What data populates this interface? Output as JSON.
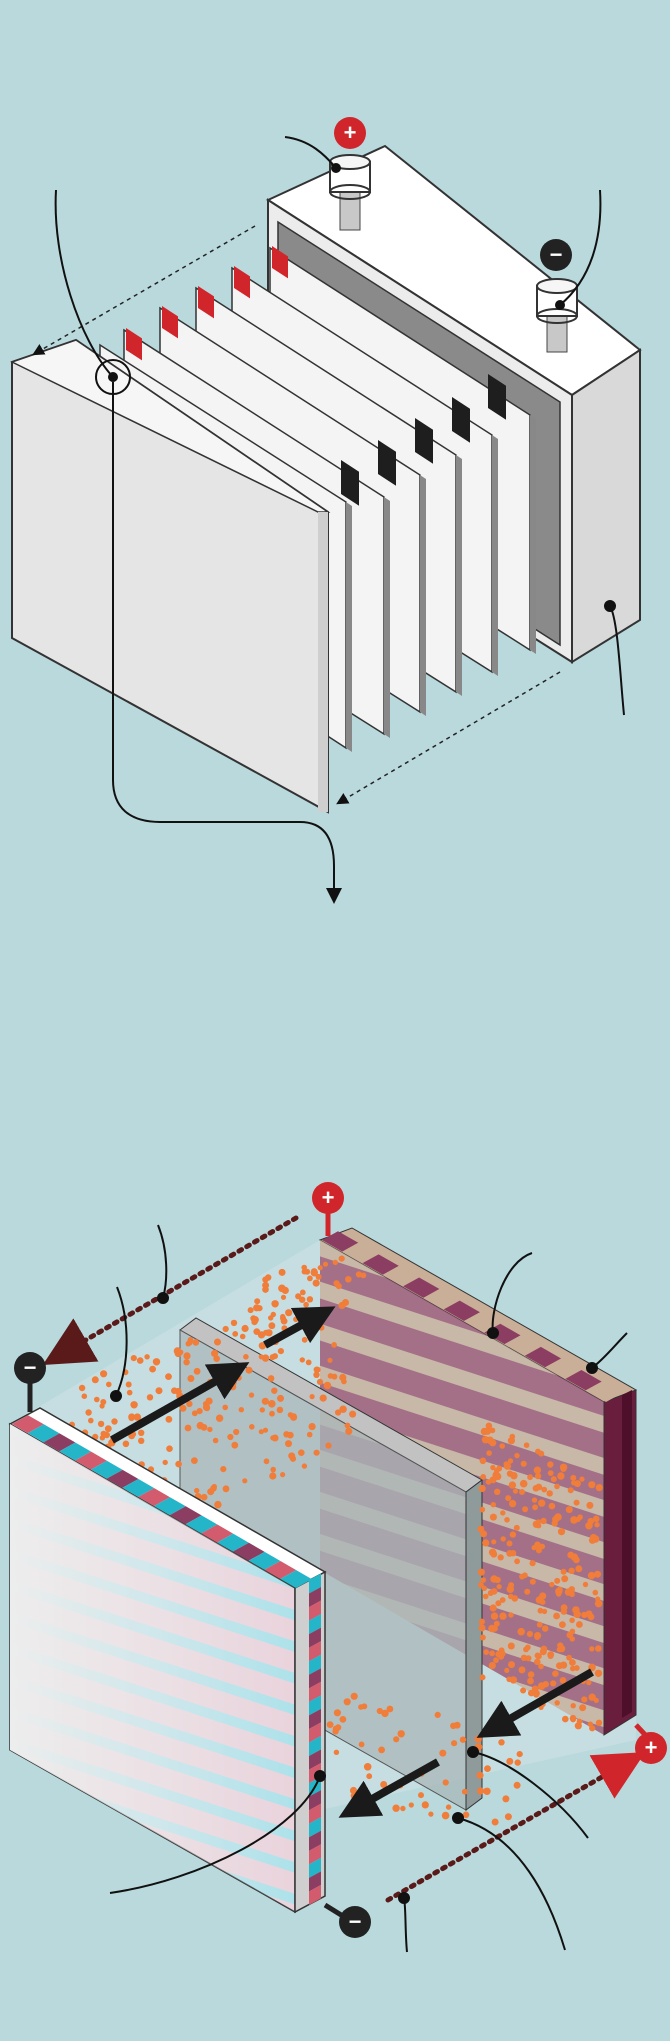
{
  "background_color": "#b9d9dc",
  "colors": {
    "positive": "#d0262b",
    "negative": "#222222",
    "ion": "#f07d3a",
    "cathode": "#8c3d62",
    "anode_stripe": "#25b5c9",
    "case": "#f2f2f2",
    "plate_tab_positive": "#d0262b",
    "plate_tab_negative": "#1e1e1e"
  },
  "terminals": {
    "positive_symbol": "+",
    "negative_symbol": "−"
  },
  "battery": {
    "cell_count": 6,
    "icons": [
      "positive-terminal-icon",
      "negative-terminal-icon"
    ]
  },
  "cell_detail": {
    "ion_flow_arrows": 4,
    "electron_flow_arrows": 2
  }
}
